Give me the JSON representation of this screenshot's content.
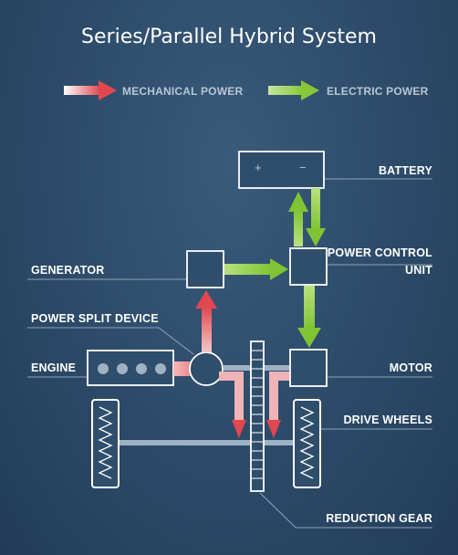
{
  "title": "Series/Parallel Hybrid System",
  "legend": {
    "mechanical": "MECHANICAL POWER",
    "electric": "ELECTRIC POWER"
  },
  "battery": {
    "label": "BATTERY",
    "plus": "+",
    "minus": "−"
  },
  "power_control_unit": {
    "line1": "POWER CONTROL",
    "line2": "UNIT"
  },
  "generator": {
    "label": "GENERATOR"
  },
  "power_split_device": {
    "label": "POWER SPLIT DEVICE"
  },
  "engine": {
    "label": "ENGINE"
  },
  "motor": {
    "label": "MOTOR"
  },
  "drive_wheels": {
    "label": "DRIVE WHEELS"
  },
  "reduction_gear": {
    "label": "REDUCTION GEAR"
  },
  "colors": {
    "mechanical": "#e0474f",
    "electric": "#8ccd3c",
    "box_fill": "#2f4e6b",
    "line": "#ffffff"
  }
}
